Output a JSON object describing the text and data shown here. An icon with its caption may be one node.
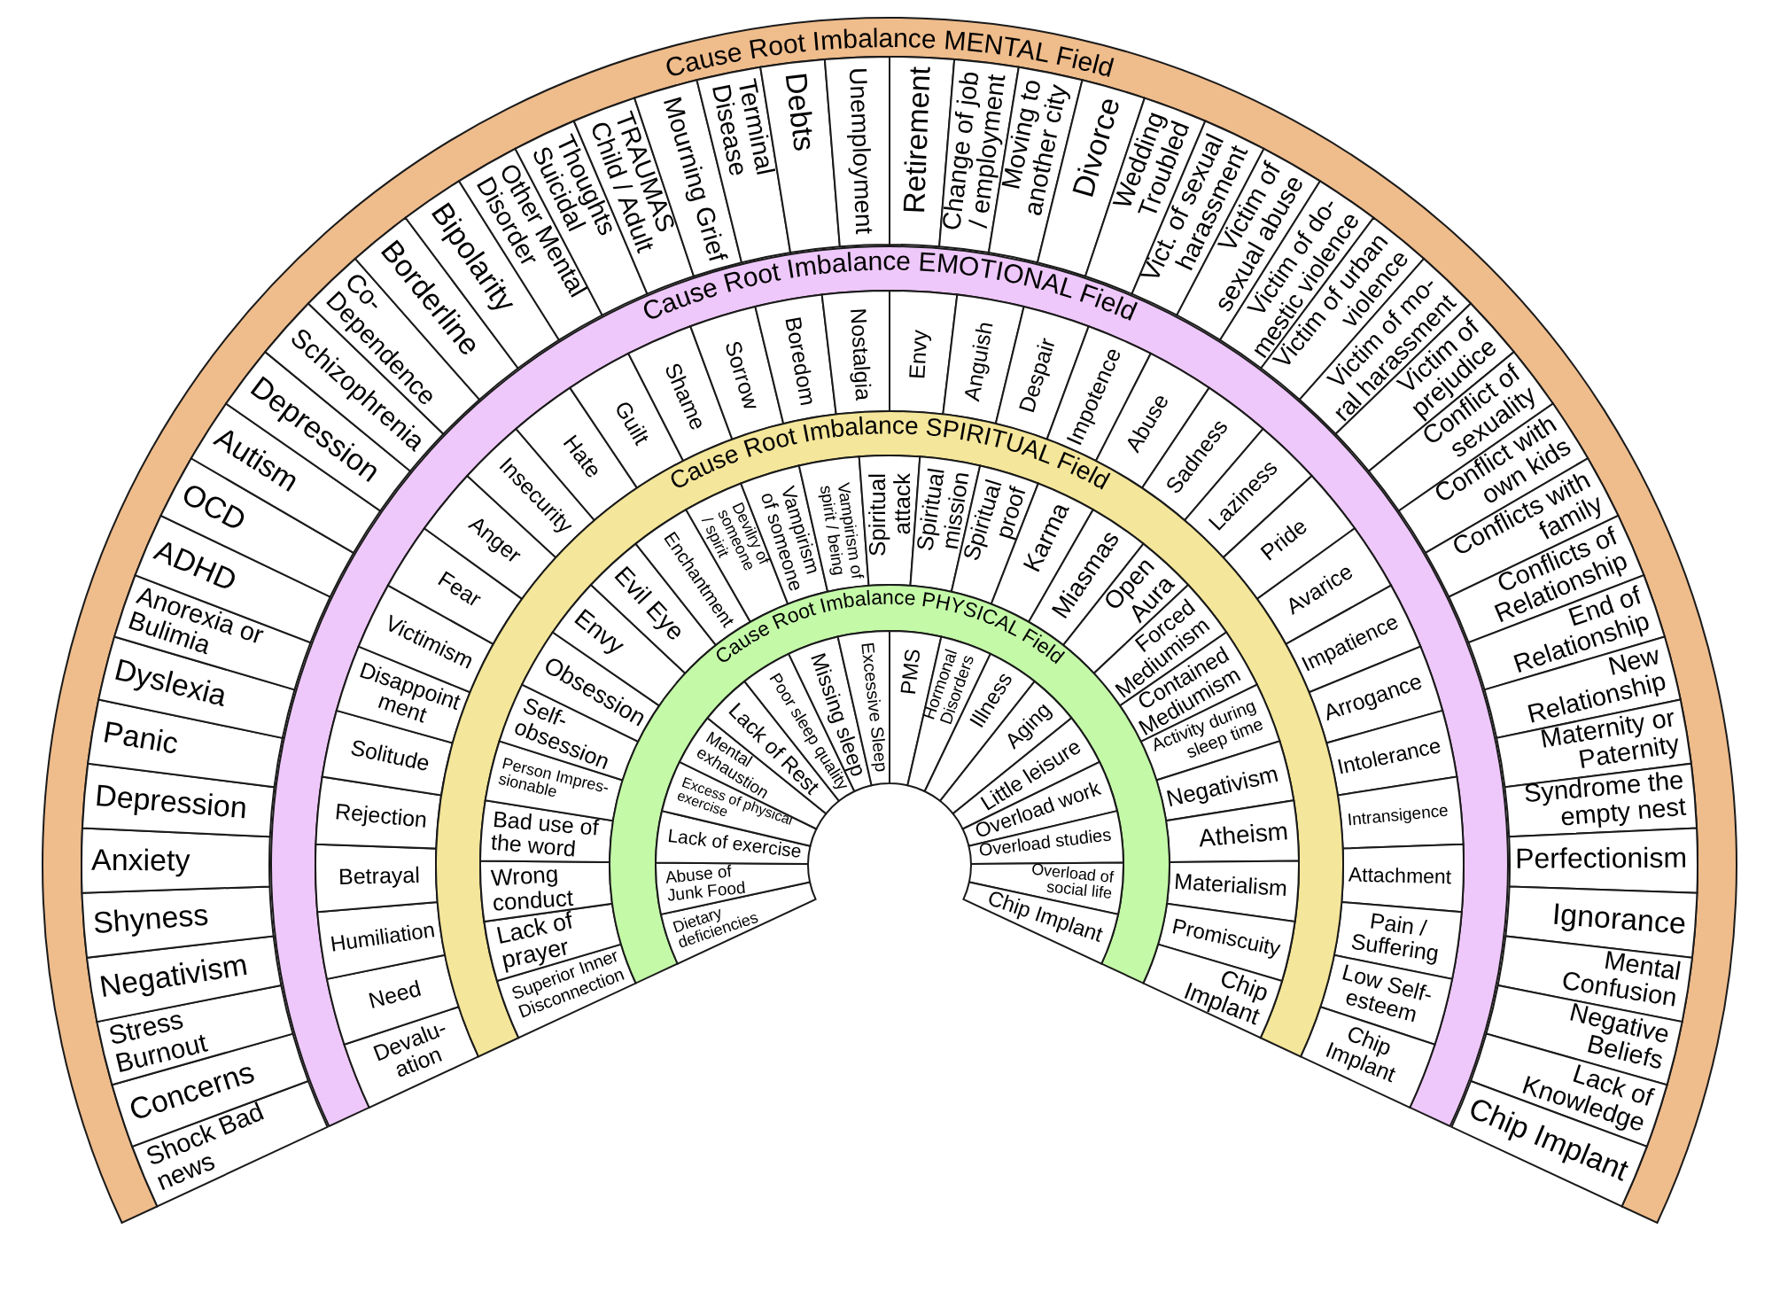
{
  "diagram": {
    "nodes": [
      {
        "text": [
          "Cause Root Imbalance MENTAL Field"
        ]
      },
      {
        "text": [
          "Shock Bad news"
        ],
        "in": 0
      },
      {
        "text": [
          "Concerns"
        ],
        "in": 0
      },
      {
        "text": [
          "Stress Burnout"
        ],
        "in": 0
      },
      {
        "text": [
          "Negativism"
        ],
        "in": 0
      },
      {
        "text": [
          "Shyness"
        ],
        "in": 0
      },
      {
        "text": [
          "Anxiety"
        ],
        "in": 0
      },
      {
        "text": [
          "Depression"
        ],
        "in": 0
      },
      {
        "text": [
          "Panic"
        ],
        "in": 0
      },
      {
        "text": [
          "Dyslexia"
        ],
        "in": 0
      },
      {
        "text": [
          "Anorexia or Bulimia"
        ],
        "in": 0
      },
      {
        "text": [
          "ADHD"
        ],
        "in": 0
      },
      {
        "text": [
          "OCD"
        ],
        "in": 0
      },
      {
        "text": [
          "Autism"
        ],
        "in": 0
      },
      {
        "text": [
          "Depression"
        ],
        "in": 0
      },
      {
        "text": [
          "Schizophrenia"
        ],
        "in": 0
      },
      {
        "text": [
          "Co- Dependence"
        ],
        "in": 0
      },
      {
        "text": [
          "Borderline"
        ],
        "in": 0
      },
      {
        "text": [
          "Bipolarity"
        ],
        "in": 0
      },
      {
        "text": [
          "Other Mental Disorder"
        ],
        "in": 0
      },
      {
        "text": [
          "Thoughts Suicidal"
        ],
        "in": 0
      },
      {
        "text": [
          "TRAUMAS Child / Adult"
        ],
        "in": 0
      },
      {
        "text": [
          "Mourning Grief"
        ],
        "in": 0
      },
      {
        "text": [
          "Terminal Disease"
        ],
        "in": 0
      },
      {
        "text": [
          "Debts"
        ],
        "in": 0
      },
      {
        "text": [
          "Unemployment"
        ],
        "in": 0
      },
      {
        "text": [
          "Retirement"
        ],
        "in": 0
      },
      {
        "text": [
          "Change of job / employment"
        ],
        "in": 0
      },
      {
        "text": [
          "Moving to another city"
        ],
        "in": 0
      },
      {
        "text": [
          "Divorce"
        ],
        "in": 0
      },
      {
        "text": [
          "Wedding Troubled"
        ],
        "in": 0
      },
      {
        "text": [
          "Vict. of sexual harassment"
        ],
        "in": 0
      },
      {
        "text": [
          "Victim of sexual abuse"
        ],
        "in": 0
      },
      {
        "text": [
          "Victim of do- mestic violence"
        ],
        "in": 0
      },
      {
        "text": [
          "Victim of urban violence"
        ],
        "in": 0
      },
      {
        "text": [
          "Victim of mo- ral harassment"
        ],
        "in": 0
      },
      {
        "text": [
          "Victim of prejudice"
        ],
        "in": 0
      },
      {
        "text": [
          "Conflict of sexuality"
        ],
        "in": 0
      },
      {
        "text": [
          "Conflict with own kids"
        ],
        "in": 0
      },
      {
        "text": [
          "Conflicts with family"
        ],
        "in": 0
      },
      {
        "text": [
          "Conflicts of Relationship"
        ],
        "in": 0
      },
      {
        "text": [
          "End of Relationship"
        ],
        "in": 0
      },
      {
        "text": [
          "New Relationship"
        ],
        "in": 0
      },
      {
        "text": [
          "Maternity or Paternity"
        ],
        "in": 0
      },
      {
        "text": [
          "Syndrome the empty nest"
        ],
        "in": 0
      },
      {
        "text": [
          "Perfectionism"
        ],
        "in": 0
      },
      {
        "text": [
          "Ignorance"
        ],
        "in": 0
      },
      {
        "text": [
          "Mental Confusion"
        ],
        "in": 0
      },
      {
        "text": [
          "Negative Beliefs"
        ],
        "in": 0
      },
      {
        "text": [
          "Lack of Knowledge"
        ],
        "in": 0
      },
      {
        "text": [
          "Chip Implant"
        ],
        "in": 0
      },
      {
        "text": [
          "Cause Root Imbalance EMOTIONAL Field"
        ]
      },
      {
        "text": [
          "Devalu- ation"
        ],
        "in": 51
      },
      {
        "text": [
          "Need"
        ],
        "in": 51
      },
      {
        "text": [
          "Humiliation"
        ],
        "in": 51
      },
      {
        "text": [
          "Betrayal"
        ],
        "in": 51
      },
      {
        "text": [
          "Rejection"
        ],
        "in": 51
      },
      {
        "text": [
          "Solitude"
        ],
        "in": 51
      },
      {
        "text": [
          "Disappoint ment"
        ],
        "in": 51
      },
      {
        "text": [
          "Victimism"
        ],
        "in": 51
      },
      {
        "text": [
          "Fear"
        ],
        "in": 51
      },
      {
        "text": [
          "Anger"
        ],
        "in": 51
      },
      {
        "text": [
          "Insecurity"
        ],
        "in": 51
      },
      {
        "text": [
          "Hate"
        ],
        "in": 51
      },
      {
        "text": [
          "Guilt"
        ],
        "in": 51
      },
      {
        "text": [
          "Shame"
        ],
        "in": 51
      },
      {
        "text": [
          "Sorrow"
        ],
        "in": 51
      },
      {
        "text": [
          "Boredom"
        ],
        "in": 51
      },
      {
        "text": [
          "Nostalgia"
        ],
        "in": 51
      },
      {
        "text": [
          "Envy"
        ],
        "in": 51
      },
      {
        "text": [
          "Anguish"
        ],
        "in": 51
      },
      {
        "text": [
          "Despair"
        ],
        "in": 51
      },
      {
        "text": [
          "Impotence"
        ],
        "in": 51
      },
      {
        "text": [
          "Abuse"
        ],
        "in": 51
      },
      {
        "text": [
          "Sadness"
        ],
        "in": 51
      },
      {
        "text": [
          "Laziness"
        ],
        "in": 51
      },
      {
        "text": [
          "Pride"
        ],
        "in": 51
      },
      {
        "text": [
          "Avarice"
        ],
        "in": 51
      },
      {
        "text": [
          "Impatience"
        ],
        "in": 51
      },
      {
        "text": [
          "Arrogance"
        ],
        "in": 51
      },
      {
        "text": [
          "Intolerance"
        ],
        "in": 51
      },
      {
        "text": [
          "Intransigence"
        ],
        "in": 51
      },
      {
        "text": [
          "Attachment"
        ],
        "in": 51
      },
      {
        "text": [
          "Pain / Suffering"
        ],
        "in": 51
      },
      {
        "text": [
          "Low Self-esteem"
        ],
        "in": 51
      },
      {
        "text": [
          "Chip Implant"
        ],
        "in": 51
      },
      {
        "text": [
          "Cause Root Imbalance SPIRITUAL Field"
        ]
      },
      {
        "text": [
          "Superior Inner Disconnection"
        ],
        "in": 86
      },
      {
        "text": [
          "Lack of prayer"
        ],
        "in": 86
      },
      {
        "text": [
          "Wrong conduct"
        ],
        "in": 86
      },
      {
        "text": [
          "Bad use of the word"
        ],
        "in": 86
      },
      {
        "text": [
          "Person Impres- sionable"
        ],
        "in": 86
      },
      {
        "text": [
          "Self- obsession"
        ],
        "in": 86
      },
      {
        "text": [
          "Obsession"
        ],
        "in": 86
      },
      {
        "text": [
          "Envy"
        ],
        "in": 86
      },
      {
        "text": [
          "Evil Eye"
        ],
        "in": 86
      },
      {
        "text": [
          "Enchantment"
        ],
        "in": 86
      },
      {
        "text": [
          "Devilry of someone / spirit"
        ],
        "in": 86
      },
      {
        "text": [
          "Vampirism of someone"
        ],
        "in": 86
      },
      {
        "text": [
          "Vampirism of spirit / being"
        ],
        "in": 86
      },
      {
        "text": [
          "Spiritual attack"
        ],
        "in": 86
      },
      {
        "text": [
          "Spiritual mission"
        ],
        "in": 86
      },
      {
        "text": [
          "Spiritual proof"
        ],
        "in": 86
      },
      {
        "text": [
          "Karma"
        ],
        "in": 86
      },
      {
        "text": [
          "Miasmas"
        ],
        "in": 86
      },
      {
        "text": [
          "Open Aura"
        ],
        "in": 86
      },
      {
        "text": [
          "Forced Mediumism"
        ],
        "in": 86
      },
      {
        "text": [
          "Contained Mediumism"
        ],
        "in": 86
      },
      {
        "text": [
          "Activity during sleep time"
        ],
        "in": 86
      },
      {
        "text": [
          "Negativism"
        ],
        "in": 86
      },
      {
        "text": [
          "Atheism"
        ],
        "in": 86
      },
      {
        "text": [
          "Materialism"
        ],
        "in": 86
      },
      {
        "text": [
          "Promiscuity"
        ],
        "in": 86
      },
      {
        "text": [
          "Chip Implant"
        ],
        "in": 86
      },
      {
        "text": [
          "Cause Root Imbalance PHYSICAL Field"
        ]
      },
      {
        "text": [
          "Dietary deficiencies"
        ],
        "in": 114
      },
      {
        "text": [
          "Abuse of Junk Food"
        ],
        "in": 114
      },
      {
        "text": [
          "Lack of exercise"
        ],
        "in": 114
      },
      {
        "text": [
          "Excess of physical exercise"
        ],
        "in": 114
      },
      {
        "text": [
          "Mental exhaustion"
        ],
        "in": 114
      },
      {
        "text": [
          "Lack of Rest"
        ],
        "in": 114
      },
      {
        "text": [
          "Poor sleep quality"
        ],
        "in": 114
      },
      {
        "text": [
          "Missing sleep"
        ],
        "in": 114
      },
      {
        "text": [
          "Excessive Sleep"
        ],
        "in": 114
      },
      {
        "text": [
          "PMS"
        ],
        "in": 114
      },
      {
        "text": [
          "Hormonal Disorders"
        ],
        "in": 114
      },
      {
        "text": [
          "Illness"
        ],
        "in": 114
      },
      {
        "text": [
          "Aging"
        ],
        "in": 114
      },
      {
        "text": [
          "Little leisure"
        ],
        "in": 114
      },
      {
        "text": [
          "Overload work"
        ],
        "in": 114
      },
      {
        "text": [
          "Overload studies"
        ],
        "in": 114
      },
      {
        "text": [
          "Overload of social life"
        ],
        "in": 114
      },
      {
        "text": [
          "Chip Implant"
        ],
        "in": 114
      }
    ]
  }
}
